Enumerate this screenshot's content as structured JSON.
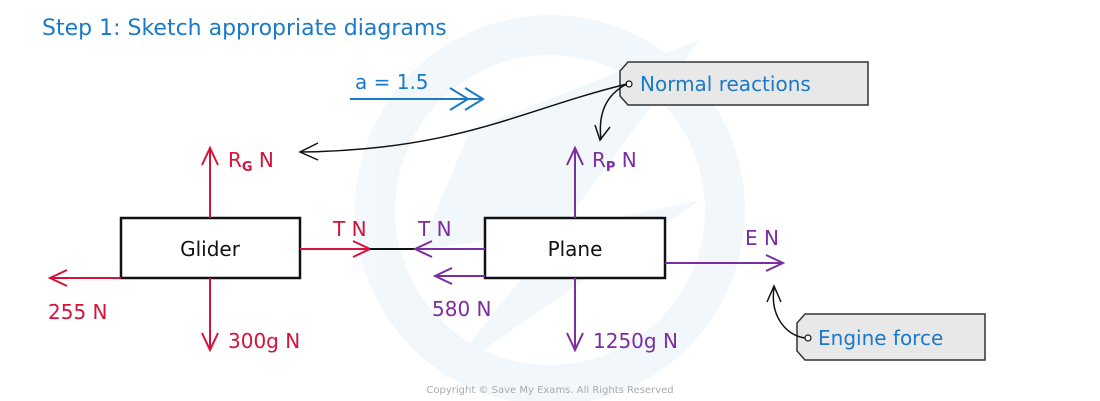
{
  "title": "Step 1:  Sketch appropriate diagrams",
  "acceleration_label": "a = 1.5",
  "glider": {
    "label": "Glider",
    "reaction": {
      "main": "R",
      "sub": "G",
      "unit": " N"
    },
    "weight": "300g N",
    "resistance": "255 N",
    "tension": "T N"
  },
  "plane": {
    "label": "Plane",
    "reaction": {
      "main": "R",
      "sub": "P",
      "unit": " N"
    },
    "weight": "1250g N",
    "resistance": "580 N",
    "tension": "T N",
    "engine": "E N"
  },
  "callouts": {
    "normal_reactions": "Normal reactions",
    "engine_force": "Engine force"
  },
  "copyright": "Copyright © Save My Exams. All Rights Reserved",
  "colors": {
    "glider": "#d4123a",
    "plane": "#7a2ea0",
    "note": "#1a7ac8"
  }
}
